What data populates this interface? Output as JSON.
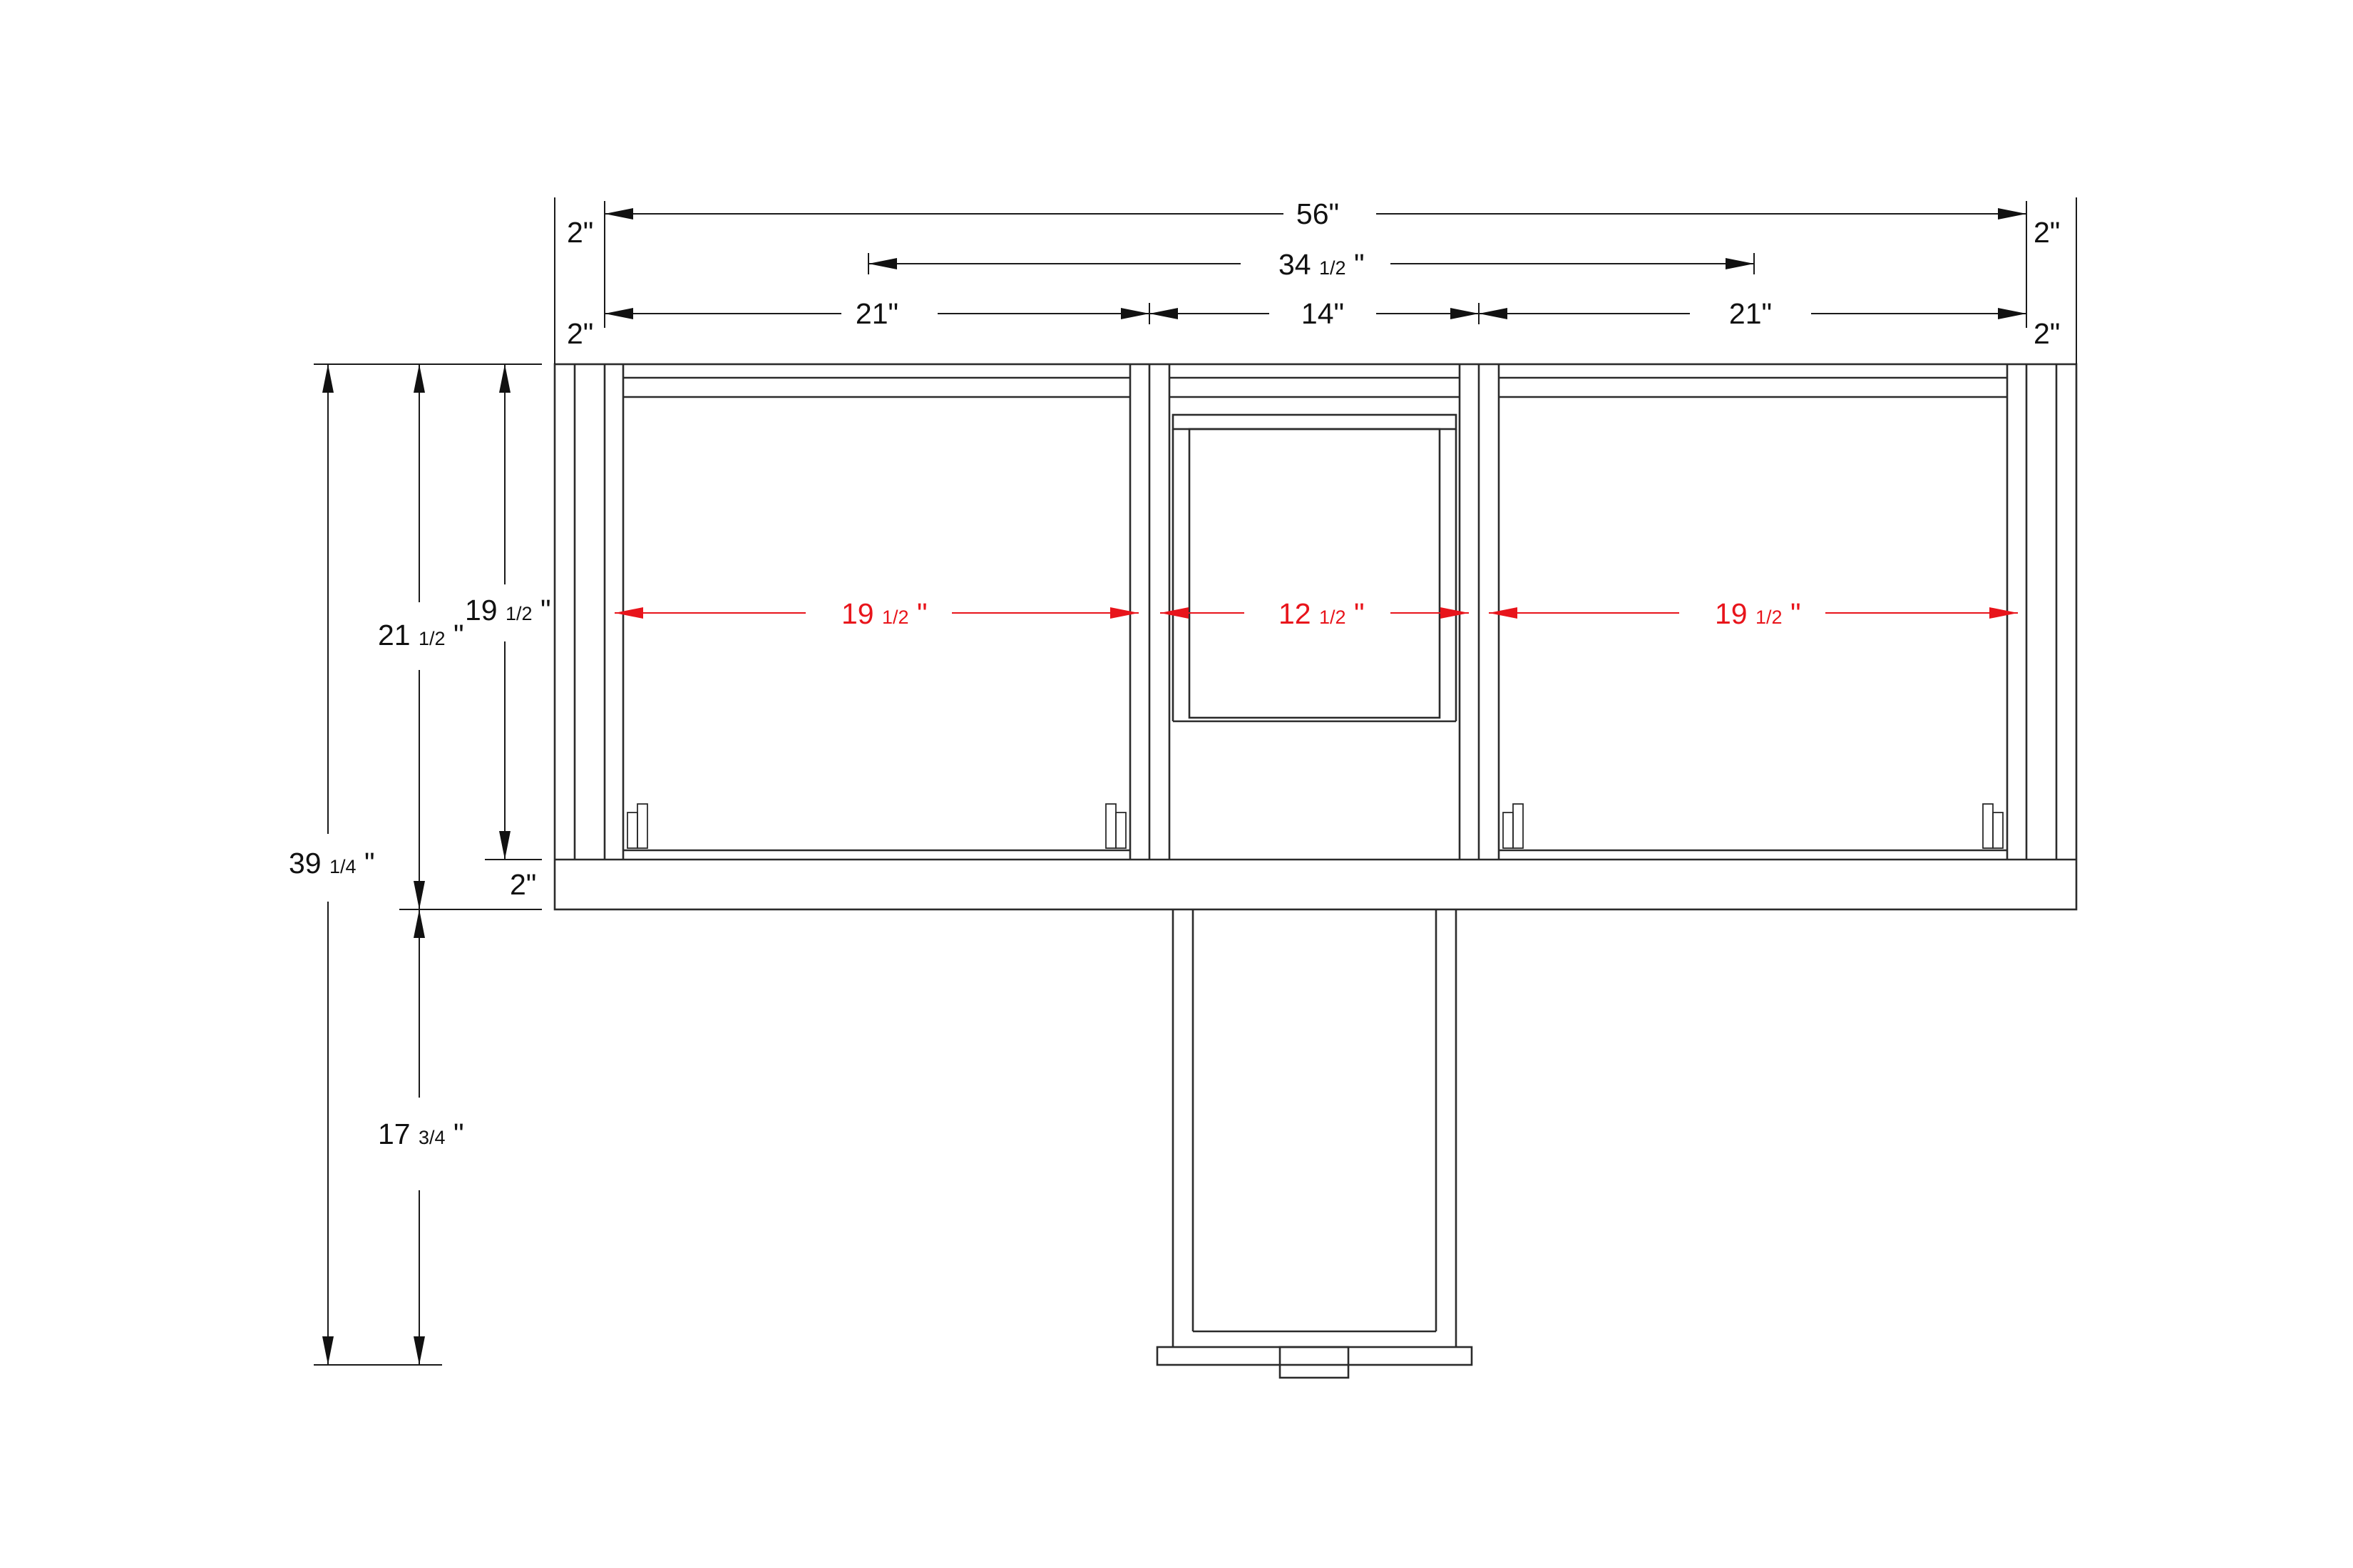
{
  "dims": {
    "overall_width": "56\"",
    "top_left_edge": "2\"",
    "top_right_edge": "2\"",
    "span_top_whole": "34",
    "span_top_frac": "1/2",
    "span_top_unit": "\"",
    "left_edge": "2\"",
    "right_edge": "2\"",
    "left_bay": "21\"",
    "center_bay": "14\"",
    "right_bay": "21\"",
    "inner_left_whole": "19",
    "inner_left_frac": "1/2",
    "inner_left_unit": "\"",
    "inner_center_whole": "12",
    "inner_center_frac": "1/2",
    "inner_center_unit": "\"",
    "inner_right_whole": "19",
    "inner_right_frac": "1/2",
    "inner_right_unit": "\"",
    "height_total_whole": "39",
    "height_total_frac": "1/4",
    "height_total_unit": "\"",
    "height_upper_whole": "21",
    "height_upper_frac": "1/2",
    "height_upper_unit": "\"",
    "height_inner_whole": "19",
    "height_inner_frac": "1/2",
    "height_inner_unit": "\"",
    "bottom_rail": "2\"",
    "leg_height_whole": "17",
    "leg_height_frac": "3/4",
    "leg_height_unit": "\""
  },
  "colors": {
    "frame": "#2b2b2b",
    "dimension": "#111111",
    "inner_dimension": "#e8141b"
  }
}
